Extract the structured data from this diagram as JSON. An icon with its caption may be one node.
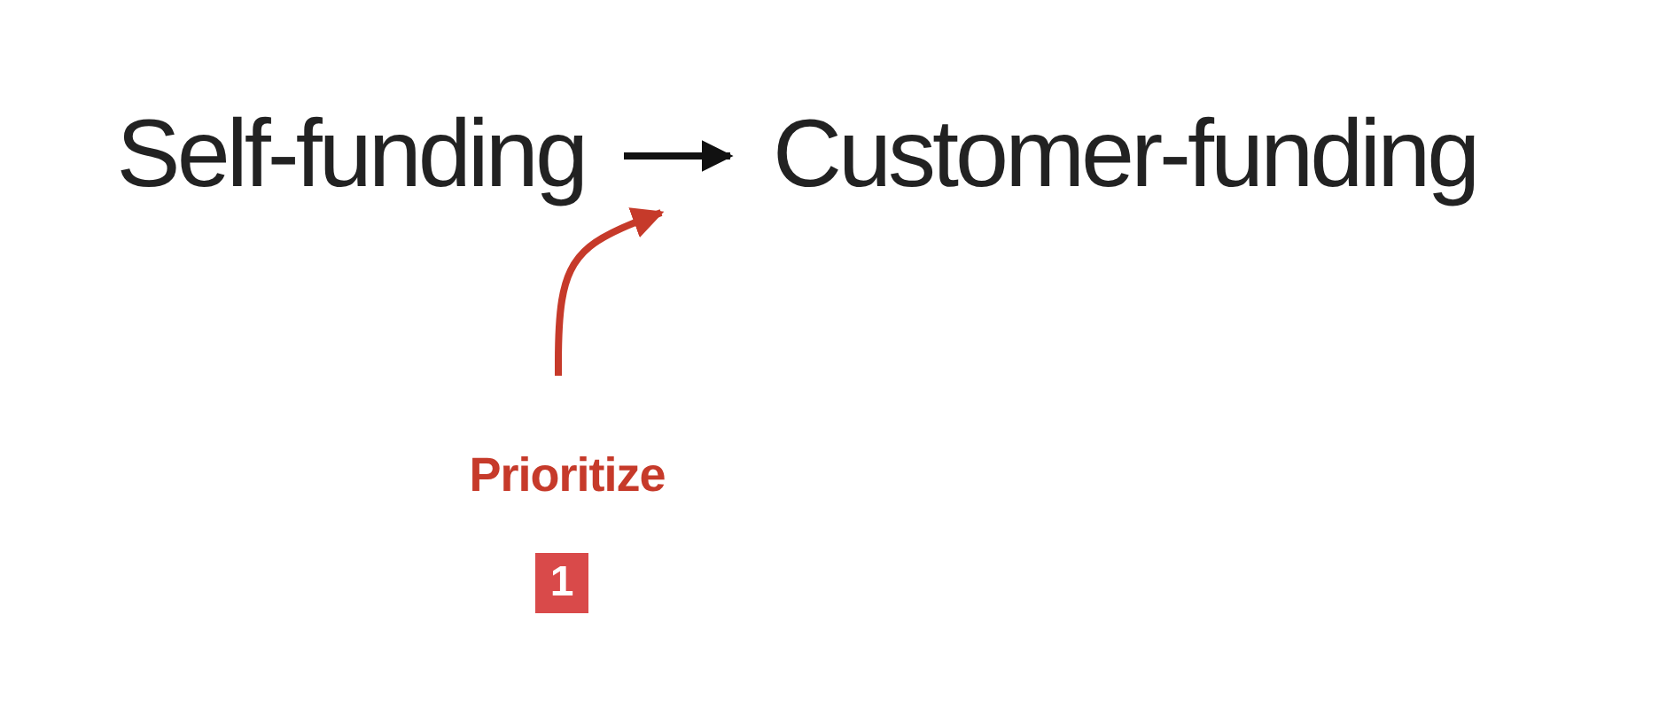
{
  "diagram": {
    "nodes": [
      {
        "text": [
          "Self-funding"
        ]
      },
      {
        "text": [
          "Customer-funding"
        ]
      },
      {
        "text": [
          "Prioritize"
        ]
      },
      {
        "text": [
          "1"
        ]
      }
    ],
    "edges": [
      {
        "from": 0,
        "to": 1,
        "arrow": "to"
      },
      {
        "from": 2,
        "to": null,
        "arrow": "to",
        "color": "#c63a2a"
      }
    ]
  }
}
